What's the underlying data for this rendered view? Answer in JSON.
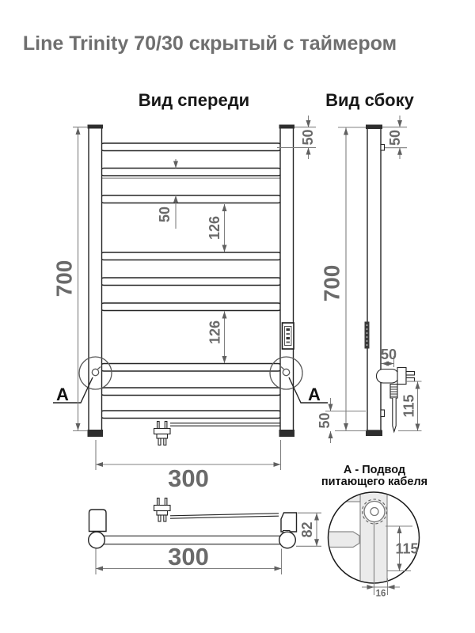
{
  "title": "Line Trinity 70/30 скрытый с таймером",
  "views": {
    "front": {
      "label": "Вид спереди"
    },
    "side": {
      "label": "Вид сбоку"
    }
  },
  "dims": {
    "front_height": "700",
    "front_width": "300",
    "front_top_gap": "50",
    "front_rung_gap": "50",
    "front_section_gap_1": "126",
    "front_section_gap_2": "126",
    "side_height": "700",
    "side_top_gap": "50",
    "side_bottom_gap": "50",
    "side_conn_offset": "50",
    "side_cable_length": "115",
    "bottom_width": "300",
    "bottom_depth": "82",
    "detail_cable_length": "115",
    "detail_tube_width": "16"
  },
  "detail": {
    "marker": "A",
    "note_line_1": "А - Подвод",
    "note_line_2": "питающего кабеля"
  },
  "colors": {
    "title_text": "#6f6f6f",
    "dim_text": "#6a6a6a",
    "outline": "#252525",
    "dim_line": "#808080",
    "detail_fill": "#ebebeb"
  }
}
